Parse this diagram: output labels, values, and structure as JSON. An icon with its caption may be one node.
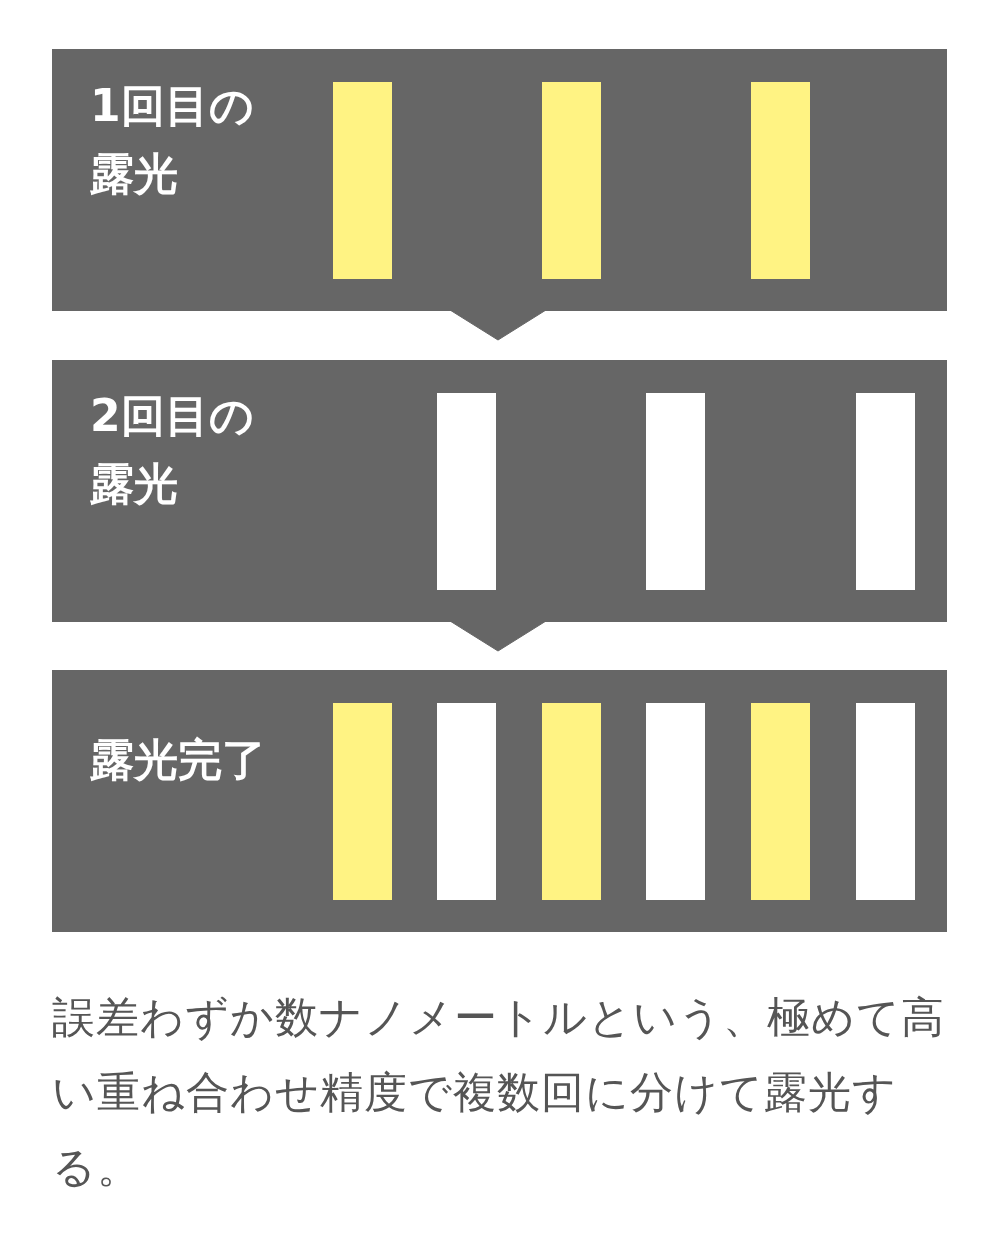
{
  "diagram": {
    "nodes": [
      {
        "text": [
          "1回目の露光"
        ]
      },
      {
        "text": [
          "2回目の露光"
        ]
      },
      {
        "text": [
          "露光完了"
        ]
      }
    ],
    "edges": [
      {
        "from": 0,
        "to": 1,
        "arrow": "to"
      },
      {
        "from": 1,
        "to": 2,
        "arrow": "to"
      }
    ],
    "caption": "誤差わずか数ナノメートルという、極めて高い重ね合わせ精度で複数回に分けて露光する。"
  }
}
